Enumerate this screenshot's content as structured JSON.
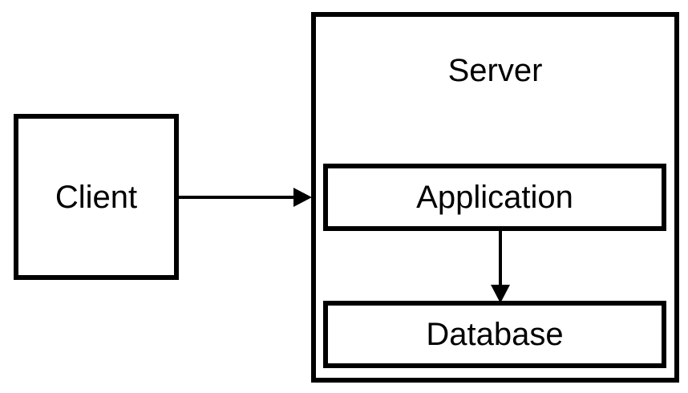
{
  "diagram": {
    "nodes": {
      "client": {
        "label": "Client"
      },
      "server": {
        "label": "Server"
      },
      "application": {
        "label": "Application"
      },
      "database": {
        "label": "Database"
      }
    },
    "edges": [
      {
        "from": "client",
        "to": "application"
      },
      {
        "from": "application",
        "to": "database"
      }
    ]
  }
}
